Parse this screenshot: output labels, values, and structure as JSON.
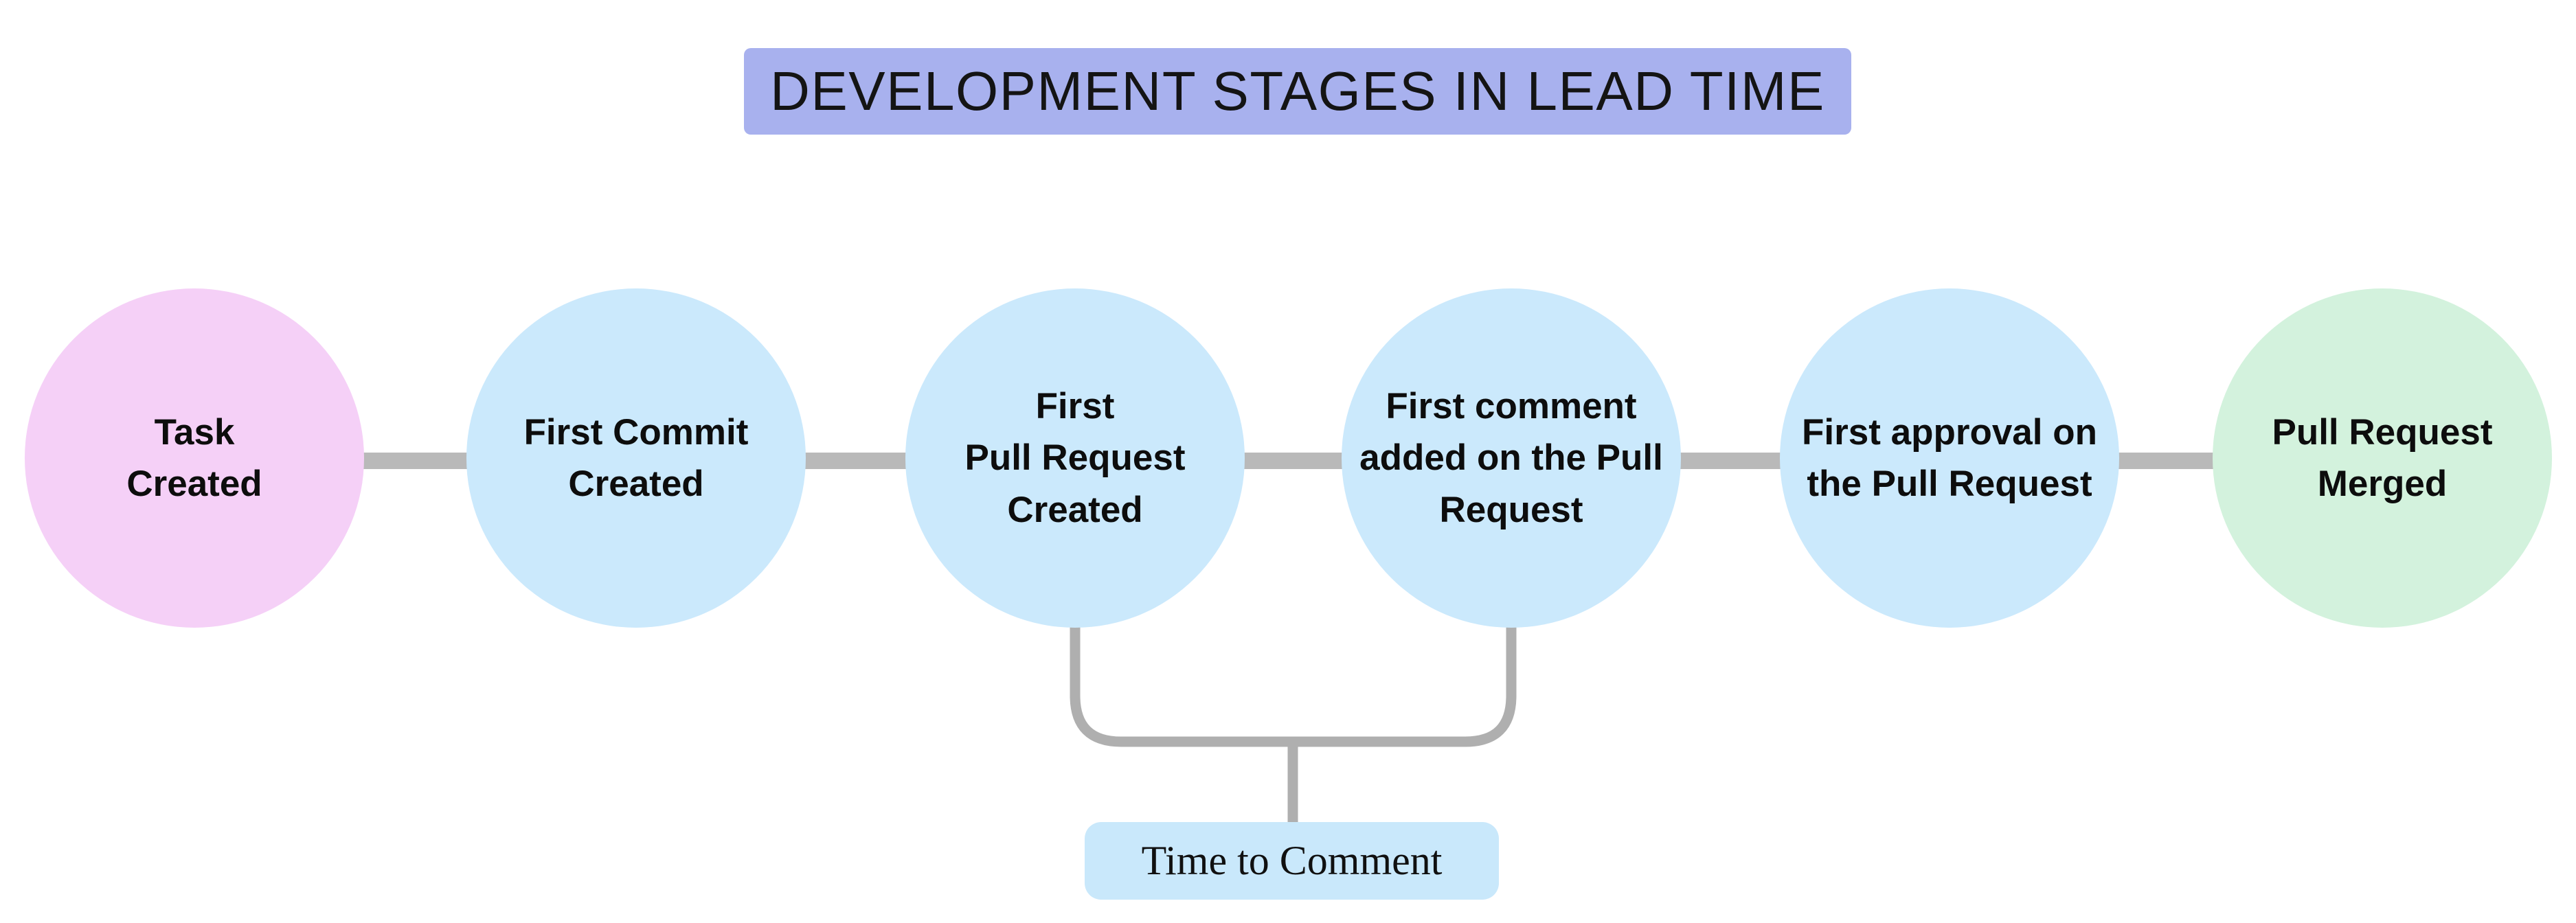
{
  "title": {
    "text": "DEVELOPMENT STAGES IN LEAD TIME"
  },
  "stages": [
    {
      "name": "task-created",
      "lines": [
        "Task",
        "Created"
      ],
      "color": "#F5D0F7"
    },
    {
      "name": "first-commit-created",
      "lines": [
        "First Commit",
        "Created"
      ],
      "color": "#CBE9FC"
    },
    {
      "name": "first-pull-request-created",
      "lines": [
        "First",
        "Pull Request",
        "Created"
      ],
      "color": "#CBE9FC"
    },
    {
      "name": "first-comment-added",
      "lines": [
        "First comment",
        "added on the Pull",
        "Request"
      ],
      "color": "#CBE9FC"
    },
    {
      "name": "first-approval",
      "lines": [
        "First approval on",
        "the Pull Request"
      ],
      "color": "#CBE9FC"
    },
    {
      "name": "pull-request-merged",
      "lines": [
        "Pull Request",
        "Merged"
      ],
      "color": "#D3F2DD"
    }
  ],
  "annotation": {
    "label": "Time to Comment",
    "bg": "#C9E8FB",
    "from_stage": "First Pull Request Created",
    "to_stage": "First comment added on the Pull Request"
  },
  "colors": {
    "title_bg": "#A8B1EE",
    "connector": "#B9B9B9",
    "bracket": "#AFAFAF",
    "background": "#FFFFFF"
  }
}
